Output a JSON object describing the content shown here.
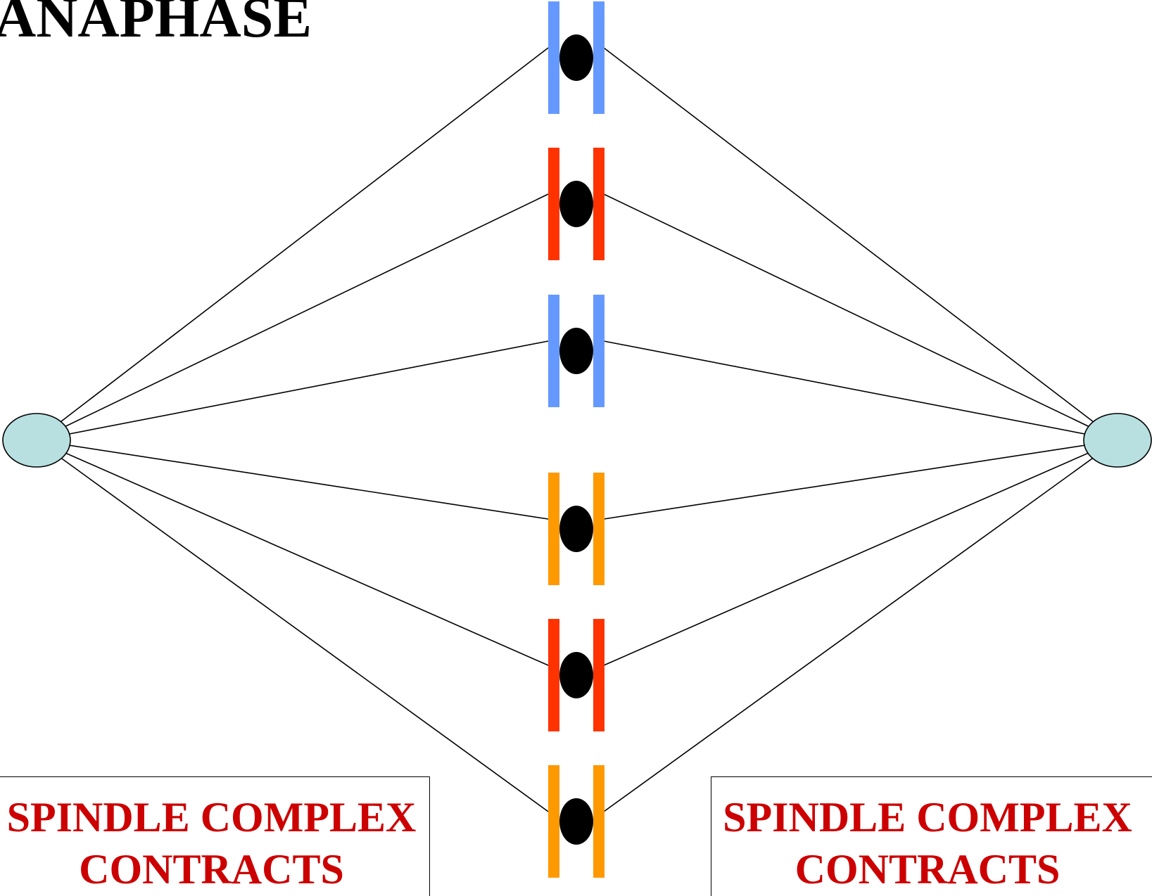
{
  "title": "ANAPHASE",
  "callouts": {
    "left": {
      "line1": "SPINDLE COMPLEX",
      "line2": "CONTRACTS"
    },
    "right": {
      "line1": "SPINDLE COMPLEX",
      "line2": "CONTRACTS"
    }
  },
  "colors": {
    "blue": "#6699ff",
    "red": "#ff3300",
    "orange": "#ff9900",
    "centromere": "#000000",
    "pole_fill": "#b9e0e1",
    "spindle_line": "#000000",
    "callout_text": "#cc0000"
  },
  "chromosome_pairs": [
    {
      "color": "blue"
    },
    {
      "color": "red"
    },
    {
      "color": "blue"
    },
    {
      "color": "orange"
    },
    {
      "color": "red"
    },
    {
      "color": "orange"
    }
  ]
}
